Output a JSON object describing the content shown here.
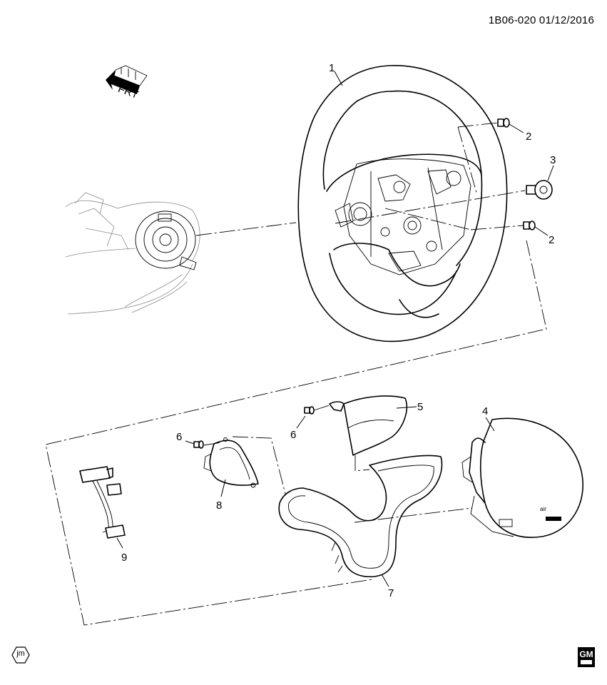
{
  "document": {
    "id": "1B06-020",
    "date": "01/12/2016"
  },
  "orientation_arrow": {
    "label": "FRT",
    "icon": "front-direction-arrow-icon"
  },
  "callouts": [
    {
      "number": "1",
      "part": "steering-wheel"
    },
    {
      "number": "2",
      "part": "bolt-upper"
    },
    {
      "number": "3",
      "part": "steering-wheel-bolt"
    },
    {
      "number": "2",
      "part": "bolt-lower"
    },
    {
      "number": "4",
      "part": "airbag-module"
    },
    {
      "number": "5",
      "part": "upper-trim-cover"
    },
    {
      "number": "6",
      "part": "screw-right"
    },
    {
      "number": "6",
      "part": "screw-left"
    },
    {
      "number": "7",
      "part": "lower-trim-bezel"
    },
    {
      "number": "8",
      "part": "switch-bezel-left"
    },
    {
      "number": "9",
      "part": "wiring-harness"
    }
  ],
  "footer": {
    "left_badge": "jm",
    "right_badge": "GM"
  },
  "colors": {
    "line": "#000000",
    "ghost_line": "#8a8a8a",
    "background": "#ffffff"
  }
}
